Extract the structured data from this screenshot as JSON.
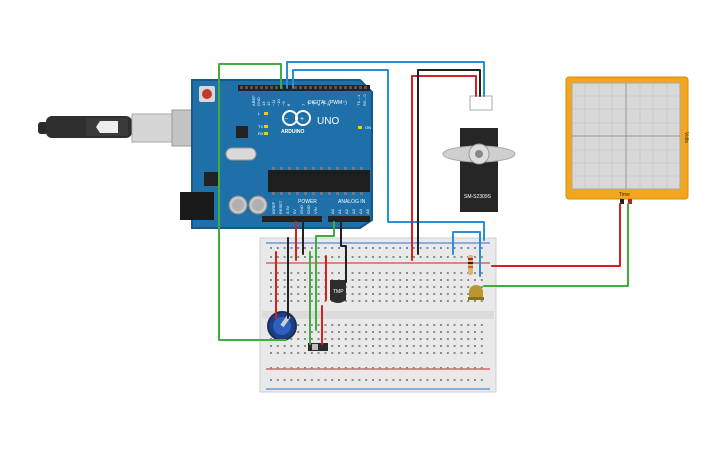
{
  "arduino": {
    "brand": "ARDUINO",
    "model": "UNO",
    "digital_header": "DIGITAL (PWM~)",
    "power_label": "POWER",
    "analog_label": "ANALOG IN",
    "led_l": "L",
    "led_tx": "TX",
    "led_rx": "RX",
    "led_on": "ON",
    "digital_pins": [
      "AREF",
      "GND",
      "13",
      "12",
      "~11",
      "~10",
      "~9",
      "8",
      "7",
      "~6",
      "~5",
      "4",
      "~3",
      "2",
      "TX→1",
      "RX←0"
    ],
    "power_pins": [
      "IOREF",
      "RESET",
      "3.3V",
      "5V",
      "GND",
      "GND",
      "VIN"
    ],
    "analog_pins": [
      "A0",
      "A1",
      "A2",
      "A3",
      "A4",
      "A5"
    ]
  },
  "servo": {
    "label": "SM-S2309S"
  },
  "oscilloscope": {
    "x_label": "Time",
    "y_label": "Volts"
  },
  "sensor": {
    "label": "TMP"
  },
  "colors": {
    "board": "#1f6fa8",
    "board_dark": "#17588a",
    "wire_green": "#3fae3f",
    "wire_blue": "#2a8fd6",
    "wire_red": "#d42020",
    "wire_black": "#222222",
    "scope_frame": "#f2a51f",
    "scope_screen": "#d8d8d8",
    "breadboard": "#e9e9e9"
  }
}
